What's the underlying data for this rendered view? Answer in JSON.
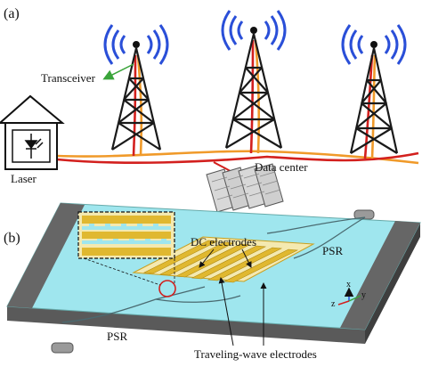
{
  "panel_a": {
    "label": "(a)",
    "transceiver_label": "Transceiver",
    "laser_label": "Laser",
    "data_center_label": "Data center"
  },
  "panel_b": {
    "label": "(b)",
    "dc_electrodes_label": "DC electrodes",
    "traveling_wave_label": "Traveling-wave electrodes",
    "psr_right_label": "PSR",
    "psr_left_label": "PSR",
    "axes": {
      "x": "x",
      "y": "y",
      "z": "z"
    }
  },
  "colors": {
    "chip_top": "#9fe6ee",
    "chip_side": "#5a5a5a",
    "gold": "#e0b830",
    "fiber_red": "#d3201e",
    "fiber_orange": "#f09a2a",
    "tower": "#1a1a1a",
    "signal_blue": "#2a4fd8"
  }
}
